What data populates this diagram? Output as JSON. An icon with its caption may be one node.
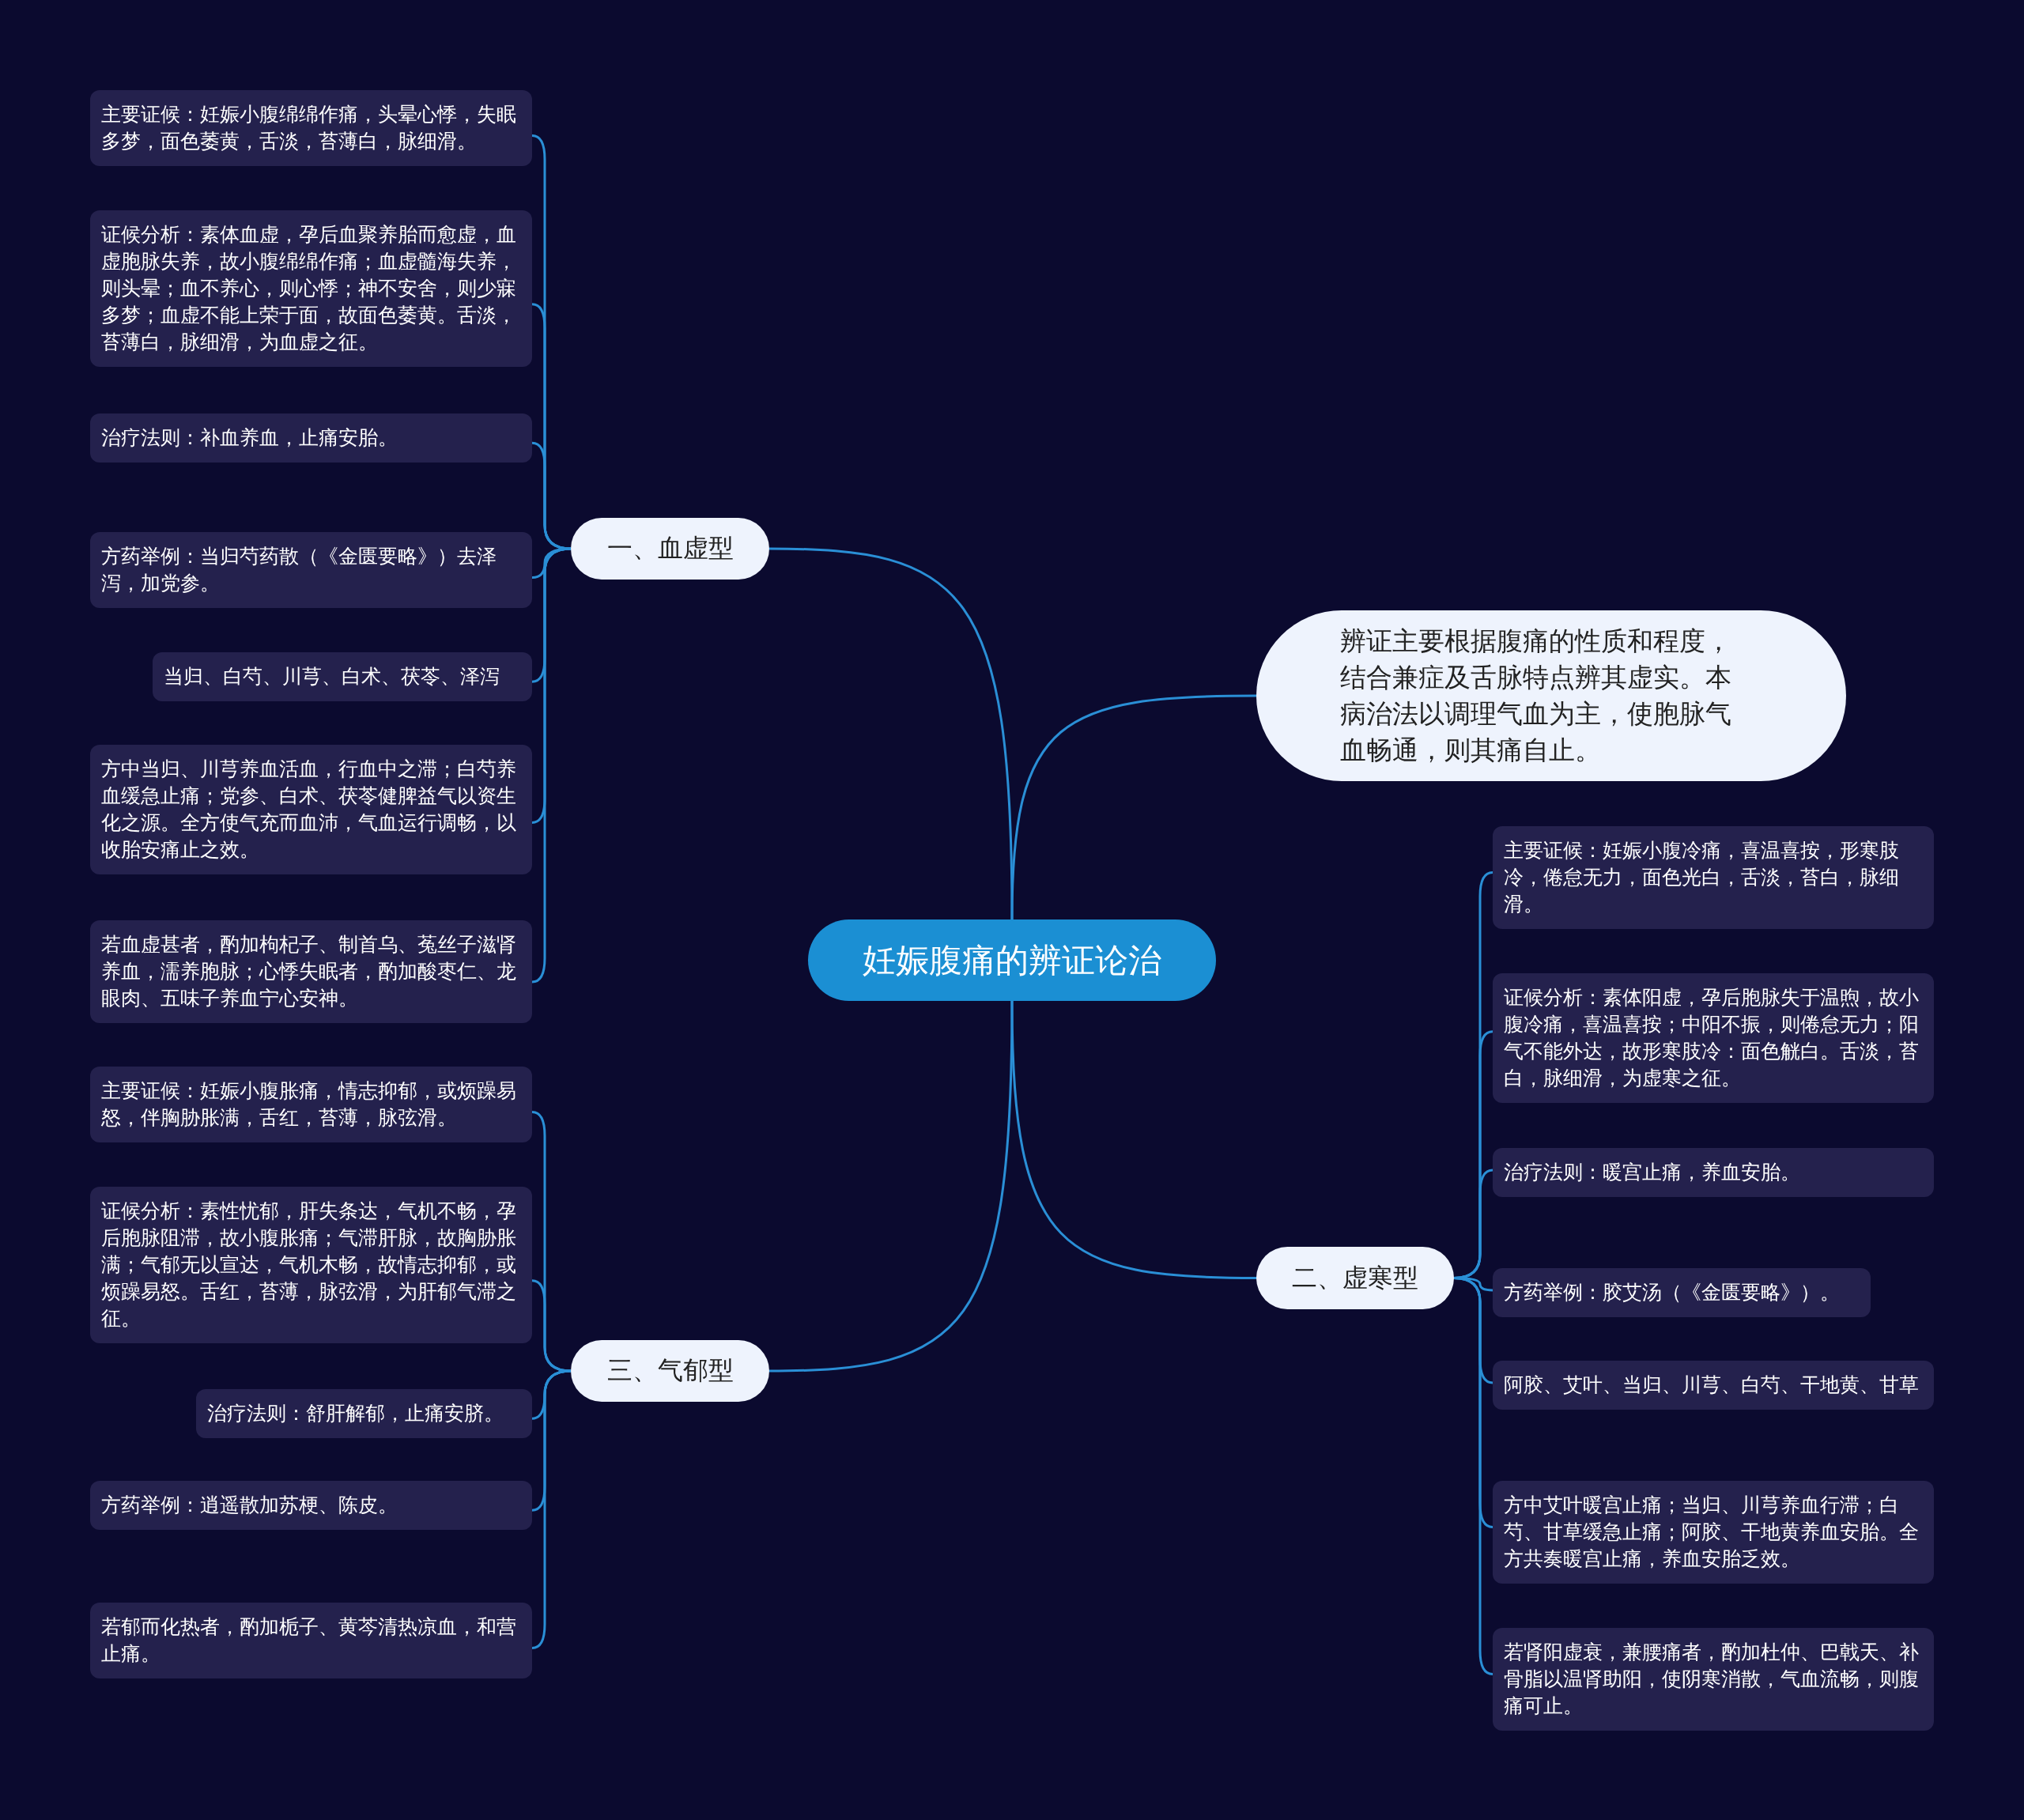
{
  "diagram": {
    "nodes": [
      {
        "text": [
          "妊娠腹痛的辨证论治"
        ]
      },
      {
        "text": [
          "一、血虚型"
        ]
      },
      {
        "text": [
          "主要证候：妊娠小腹绵绵作痛，头晕心悸，失眠多梦，面色萎黄，舌淡，苔薄白，脉细滑。"
        ]
      },
      {
        "text": [
          "证候分析：素体血虚，孕后血聚养胎而愈虚，血虚胞脉失养，故小腹绵绵作痛；血虚髓海失养，则头晕；血不养心，则心悸；神不安舍，则少寐多梦；血虚不能上荣于面，故面色萎黄。舌淡，苔薄白，脉细滑，为血虚之征。"
        ]
      },
      {
        "text": [
          "治疗法则：补血养血，止痛安胎。"
        ]
      },
      {
        "text": [
          "方药举例：当归芍药散（《金匮要略》）去泽泻，加党参。"
        ]
      },
      {
        "text": [
          "当归、白芍、川芎、白术、茯苓、泽泻"
        ]
      },
      {
        "text": [
          "方中当归、川芎养血活血，行血中之滞；白芍养血缓急止痛；党参、白术、茯苓健脾益气以资生化之源。全方使气充而血沛，气血运行调畅，以收胎安痛止之效。"
        ]
      },
      {
        "text": [
          "若血虚甚者，酌加枸杞子、制首乌、菟丝子滋肾养血，濡养胞脉；心悸失眠者，酌加酸枣仁、龙眼肉、五味子养血宁心安神。"
        ]
      },
      {
        "text": [
          "辨证主要根据腹痛的性质和程度，结合兼症及舌脉特点辨其虚实。本病治法以调理气血为主，使胞脉气血畅通，则其痛自止。"
        ]
      },
      {
        "text": [
          "二、虚寒型"
        ]
      },
      {
        "text": [
          "主要证候：妊娠小腹冷痛，喜温喜按，形寒肢冷，倦怠无力，面色光白，舌淡，苔白，脉细滑。"
        ]
      },
      {
        "text": [
          "证候分析：素体阳虚，孕后胞脉失于温煦，故小腹冷痛，喜温喜按；中阳不振，则倦怠无力；阳气不能外达，故形寒肢冷：面色觥白。舌淡，苔白，脉细滑，为虚寒之征。"
        ]
      },
      {
        "text": [
          "治疗法则：暖宫止痛，养血安胎。"
        ]
      },
      {
        "text": [
          "方药举例：胶艾汤（《金匮要略》）。"
        ]
      },
      {
        "text": [
          "阿胶、艾叶、当归、川芎、白芍、干地黄、甘草"
        ]
      },
      {
        "text": [
          "方中艾叶暖宫止痛；当归、川芎养血行滞；白芍、甘草缓急止痛；阿胶、干地黄养血安胎。全方共奏暖宫止痛，养血安胎乏效。"
        ]
      },
      {
        "text": [
          "若肾阳虚衰，兼腰痛者，酌加杜仲、巴戟天、补骨脂以温肾助阳，使阴寒消散，气血流畅，则腹痛可止。"
        ]
      },
      {
        "text": [
          "三、气郁型"
        ]
      },
      {
        "text": [
          "主要证候：妊娠小腹胀痛，情志抑郁，或烦躁易怒，伴胸胁胀满，舌红，苔薄，脉弦滑。"
        ]
      },
      {
        "text": [
          "证候分析：素性忧郁，肝失条达，气机不畅，孕后胞脉阻滞，故小腹胀痛；气滞肝脉，故胸胁胀满；气郁无以宣达，气机木畅，故情志抑郁，或烦躁易怒。舌红，苔薄，脉弦滑，为肝郁气滞之征。"
        ]
      },
      {
        "text": [
          "治疗法则：舒肝解郁，止痛安脐。"
        ]
      },
      {
        "text": [
          "方药举例：逍遥散加苏梗、陈皮。"
        ]
      },
      {
        "text": [
          "若郁而化热者，酌加栀子、黄芩清热凉血，和营止痛。"
        ]
      }
    ],
    "edges": [
      {
        "from": 0,
        "to": 1,
        "arrow": "none"
      },
      {
        "from": 1,
        "to": 2,
        "arrow": "none"
      },
      {
        "from": 1,
        "to": 3,
        "arrow": "none"
      },
      {
        "from": 1,
        "to": 4,
        "arrow": "none"
      },
      {
        "from": 1,
        "to": 5,
        "arrow": "none"
      },
      {
        "from": 1,
        "to": 6,
        "arrow": "none"
      },
      {
        "from": 1,
        "to": 7,
        "arrow": "none"
      },
      {
        "from": 1,
        "to": 8,
        "arrow": "none"
      },
      {
        "from": 0,
        "to": 9,
        "arrow": "none"
      },
      {
        "from": 0,
        "to": 10,
        "arrow": "none"
      },
      {
        "from": 10,
        "to": 11,
        "arrow": "none"
      },
      {
        "from": 10,
        "to": 12,
        "arrow": "none"
      },
      {
        "from": 10,
        "to": 13,
        "arrow": "none"
      },
      {
        "from": 10,
        "to": 14,
        "arrow": "none"
      },
      {
        "from": 10,
        "to": 15,
        "arrow": "none"
      },
      {
        "from": 10,
        "to": 16,
        "arrow": "none"
      },
      {
        "from": 10,
        "to": 17,
        "arrow": "none"
      },
      {
        "from": 0,
        "to": 18,
        "arrow": "none"
      },
      {
        "from": 18,
        "to": 19,
        "arrow": "none"
      },
      {
        "from": 18,
        "to": 20,
        "arrow": "none"
      },
      {
        "from": 18,
        "to": 21,
        "arrow": "none"
      },
      {
        "from": 18,
        "to": 22,
        "arrow": "none"
      },
      {
        "from": 18,
        "to": 23,
        "arrow": "none"
      }
    ]
  }
}
